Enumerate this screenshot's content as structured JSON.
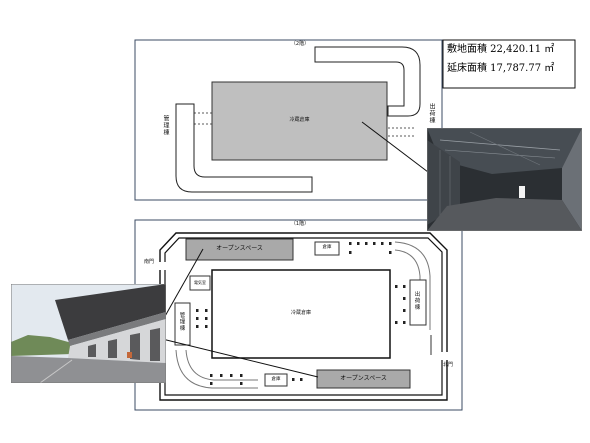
{
  "area_box": {
    "site_area": "敷地面積 22,420.11 ㎡",
    "floor_area": "延床面積 17,787.77 ㎡"
  },
  "floor2": {
    "title": "（2階）",
    "warehouse": "冷蔵倉庫",
    "left_building": "管理棟",
    "right_building": "出荷棟"
  },
  "floor1": {
    "title": "（1階）",
    "open_space_top": "オープンスペース",
    "storage_top": "倉庫",
    "electric_room": "電気室",
    "warehouse": "冷蔵倉庫",
    "admin_building": "管理棟",
    "shipping_building": "出荷棟",
    "storage_bottom": "倉庫",
    "open_space_bottom": "オープンスペース",
    "south_gate": "南門",
    "north_gate": "北門"
  },
  "photos": {
    "interior": "interior-photo",
    "exterior": "exterior-photo"
  },
  "colors": {
    "building_fill": "#bfbfbf",
    "open_space_fill": "#a9a9a9",
    "frame_stroke": "#3b4b63"
  }
}
